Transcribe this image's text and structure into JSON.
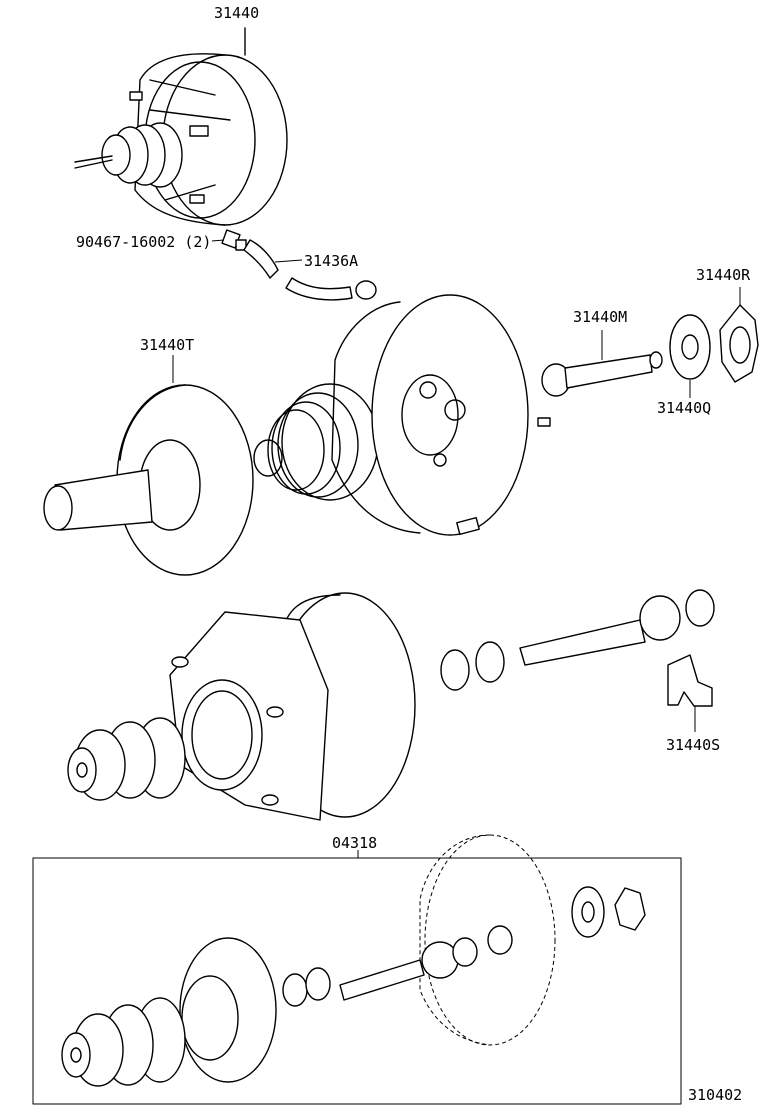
{
  "labels": {
    "booster_assembly": "31440",
    "bolt": "90467-16002 (2)",
    "hose": "31436A",
    "shell_r": "31440R",
    "rod_m": "31440M",
    "shell_t": "31440T",
    "seal_q": "31440Q",
    "clip_s": "31440S",
    "kit": "04318",
    "diagram_code": "310402"
  }
}
